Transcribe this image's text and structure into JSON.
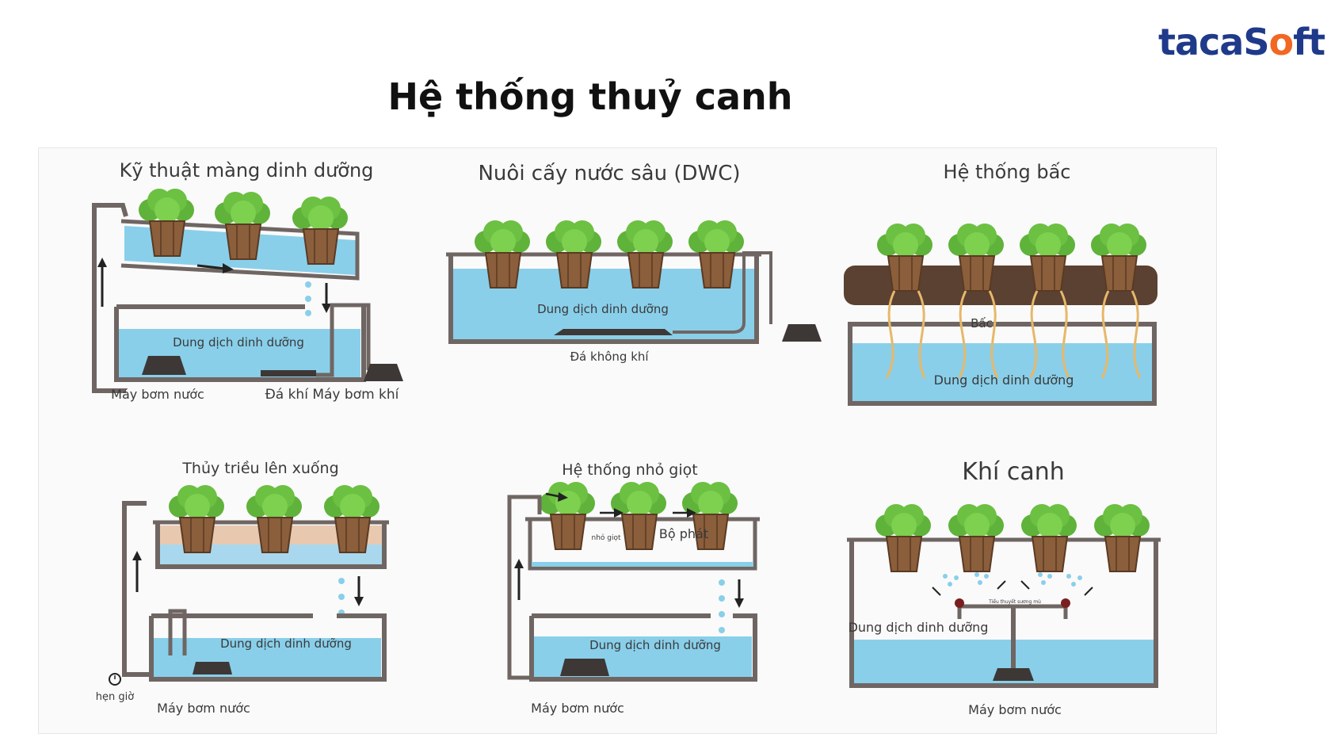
{
  "brand": {
    "logo_prefix": "tacaS",
    "logo_o": "o",
    "logo_suffix": "ft"
  },
  "title": "Hệ thống thuỷ canh",
  "colors": {
    "water": "#89cfea",
    "tank": "#6f6663",
    "leaf": "#5fb33a",
    "pot": "#8b5e3c",
    "root": "#e6b86a",
    "brand": "#1f3a8a",
    "accent": "#f26722"
  },
  "diagrams": {
    "nft": {
      "title": "Kỹ thuật màng dinh dưỡng",
      "solution": "Dung dịch dinh dưỡng",
      "water_pump": "Máy bơm nước",
      "air_stone_pump": "Đá khí Máy bơm khí"
    },
    "dwc": {
      "title": "Nuôi cấy nước sâu (DWC)",
      "solution": "Dung dịch dinh dưỡng",
      "air_stone": "Đá không khí"
    },
    "wick": {
      "title": "Hệ thống bấc",
      "wick": "Bấc",
      "solution": "Dung dịch dinh dưỡng"
    },
    "ebb_flow": {
      "title": "Thủy triều lên xuống",
      "solution": "Dung dịch dinh dưỡng",
      "timer": "hẹn giờ",
      "water_pump": "Máy bơm nước"
    },
    "drip": {
      "title": "Hệ thống nhỏ giọt",
      "drip_label": "nhỏ giọt",
      "emitter": "Bộ phát",
      "solution": "Dung dịch dinh dưỡng",
      "water_pump": "Máy bơm nước"
    },
    "aeroponics": {
      "title": "Khí canh",
      "mister": "Tiểu thuyết sương mù",
      "solution": "Dung dịch dinh dưỡng",
      "water_pump": "Máy bơm nước"
    }
  }
}
